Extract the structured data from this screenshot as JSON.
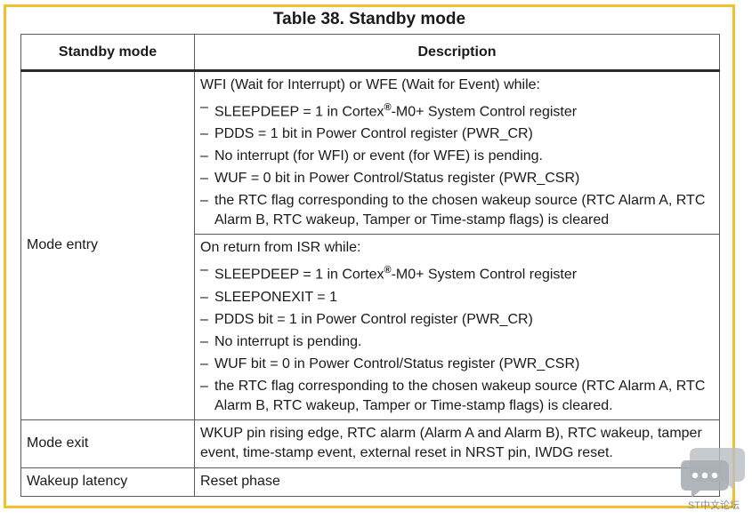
{
  "table": {
    "title": "Table 38. Standby mode",
    "headers": {
      "mode": "Standby mode",
      "description": "Description"
    },
    "rows": [
      {
        "mode": "Mode entry",
        "desc1": {
          "intro": "WFI (Wait for Interrupt) or WFE (Wait for Event) while:",
          "items": [
            "–",
            "SLEEPDEEP = 1 in Cortex",
            "®",
            "-M0+ System Control register",
            "PDDS = 1 bit in Power Control register (PWR_CR)",
            "No interrupt (for WFI) or event (for WFE) is pending.",
            "WUF = 0 bit in Power Control/Status register (PWR_CSR)",
            "the RTC flag corresponding to the chosen wakeup source (RTC Alarm A, RTC Alarm B, RTC wakeup, Tamper or Time-stamp flags) is cleared"
          ]
        },
        "desc2": {
          "intro": "On return from ISR while:",
          "items": [
            "SLEEPONEXIT = 1",
            "PDDS bit = 1 in Power Control register (PWR_CR)",
            "No interrupt is pending.",
            "WUF bit = 0 in Power Control/Status register (PWR_CSR)",
            "the RTC flag corresponding to the chosen wakeup source (RTC Alarm A, RTC Alarm B, RTC wakeup, Tamper or Time-stamp flags) is cleared."
          ]
        }
      },
      {
        "mode": "Mode exit",
        "description": "WKUP pin rising edge, RTC alarm (Alarm A and Alarm B), RTC wakeup, tamper event, time-stamp event, external reset in NRST pin, IWDG reset."
      },
      {
        "mode": "Wakeup latency",
        "description": "Reset phase"
      }
    ]
  },
  "watermark": {
    "text": "ST中文论坛",
    "icon": "chat-bubble-icon"
  },
  "colors": {
    "frame": "#f2c12e"
  }
}
